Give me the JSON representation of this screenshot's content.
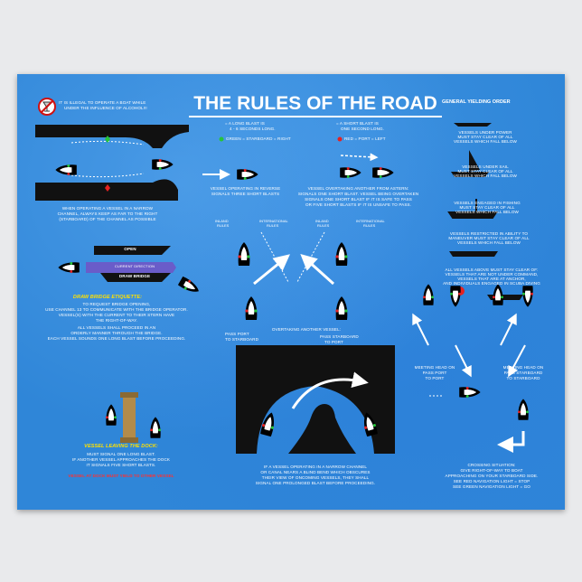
{
  "poster": {
    "title": "THE RULES OF THE ROAD",
    "alcohol_notice": [
      "IT IS ILLEGAL TO OPERATE A BOAT WHILE",
      "UNDER THE INFLUENCE OF ALCOHOL!!!"
    ],
    "legend": {
      "long_blast": [
        "= A LONG BLAST IS",
        "4 - 6 SECONDS LONG."
      ],
      "short_blast": [
        "= A SHORT BLAST IS",
        "ONE SECOND LONG."
      ],
      "green": "GREEN = STARBOARD = RIGHT",
      "red": "RED = PORT = LEFT"
    },
    "narrow_channel": [
      "WHEN OPERATING A VESSEL IN A NARROW",
      "CHANNEL, ALWAYS KEEP AS FAR TO THE RIGHT",
      "(STARBOARD) OF THE CHANNEL AS POSSIBLE"
    ],
    "reverse": [
      "VESSEL OPERATING IN REVERSE",
      "SIGNALS THREE SHORT BLASTS"
    ],
    "overtaking_astern": [
      "VESSEL OVERTAKING ANOTHER FROM ASTERN:",
      "SIGNALS ONE SHORT BLAST. VESSEL BEING OVERTAKEN",
      "SIGNALS ONE SHORT BLAST IF IT IS SAFE TO PASS",
      "OR FIVE SHORT BLASTS IF IT IS UNSAFE TO PASS."
    ],
    "rules_labels": {
      "inland": [
        "INLAND",
        "RULES"
      ],
      "international": [
        "INTERNATIONAL",
        "RULES"
      ]
    },
    "overtaking": {
      "title": "OVERTAKING ANOTHER VESSEL:",
      "port": [
        "PASS PORT",
        "TO STARBOARD"
      ],
      "starboard": [
        "PASS STARBOARD",
        "TO PORT"
      ]
    },
    "draw_bridge": {
      "open": "OPEN",
      "current": "CURRENT DIRECTION",
      "bridge": "DRAW BRIDGE",
      "heading": "DRAW BRIDGE ETIQUETTE:",
      "lines": [
        "TO REQUEST BRIDGE OPENING,",
        "USE CHANNEL 13 TO COMMUNICATE WITH THE BRIDGE OPERATOR.",
        "VESSEL(S) WITH THE CURRENT TO THEIR STERN HAVE",
        "THE RIGHT-OF-WAY.",
        "ALL VESSELS SHALL PROCEED IN AN",
        "ORDERLY MANNER THROUGH THE BRIDGE.",
        "EACH VESSEL SOUNDS ONE LONG BLAST BEFORE PROCEEDING."
      ]
    },
    "dock": {
      "heading": "VESSEL LEAVING THE DOCK:",
      "lines": [
        "MUST SIGNAL ONE LONG BLAST.",
        "IF ANOTHER VESSEL APPROACHES THE DOCK",
        "IT SIGNALS FIVE SHORT BLASTS."
      ],
      "warning": "VESSEL AT DOCK MUST YIELD TO OTHER VESSEL"
    },
    "blind_bend": [
      "IF A VESSEL OPERATING IN A NARROW CHANNEL",
      "OR CANAL NEARS A BLIND BEND WHICH OBSCURES",
      "THEIR VIEW OF ONCOMING VESSELS, THEY SHALL",
      "SIGNAL ONE PROLONGED BLAST BEFORE PROCEEDING."
    ],
    "yielding": {
      "heading": "GENERAL YIELDING ORDER",
      "levels": [
        [
          "VESSELS UNDER POWER",
          "MUST STAY CLEAR OF ALL",
          "VESSELS WHICH FALL BELOW"
        ],
        [
          "VESSELS UNDER SAIL",
          "MUST STAY CLEAR OF ALL",
          "VESSELS WHICH FALL BELOW"
        ],
        [
          "VESSELS ENGAGED IN FISHING",
          "MUST STAY CLEAR OF ALL",
          "VESSELS WHICH FALL BELOW"
        ],
        [
          "VESSELS RESTRICTED IN ABILITY TO",
          "MANEUVER MUST STAY CLEAR OF ALL",
          "VESSELS WHICH FALL BELOW"
        ],
        [
          "ALL VESSELS ABOVE MUST STAY CLEAR OF:",
          "VESSELS THAT ARE NOT UNDER COMMAND,",
          "VESSELS THAT ARE AT ANCHOR,",
          "AND INDIVIDUALS ENGAGED IN SCUBA DIVING"
        ]
      ]
    },
    "meeting_port": [
      "MEETING HEAD ON",
      "PASS PORT",
      "TO PORT"
    ],
    "meeting_starboard": [
      "MEETING HEAD ON",
      "PASS STARBOARD",
      "TO STARBOARD"
    ],
    "crossing": {
      "heading": "CROSSING SITUATION:",
      "lines": [
        "GIVE RIGHT-OF-WAY TO BOAT",
        "APPROACHING ON YOUR STARBOARD SIDE.",
        "SEE RED NAVIGATION LIGHT = STOP",
        "SEE GREEN NAVIGATION LIGHT = GO"
      ]
    },
    "colors": {
      "water": "#2f86d8",
      "land": "#111111",
      "green_light": "#27c43a",
      "red_light": "#e52222",
      "yellow_text": "#ffe000"
    }
  }
}
